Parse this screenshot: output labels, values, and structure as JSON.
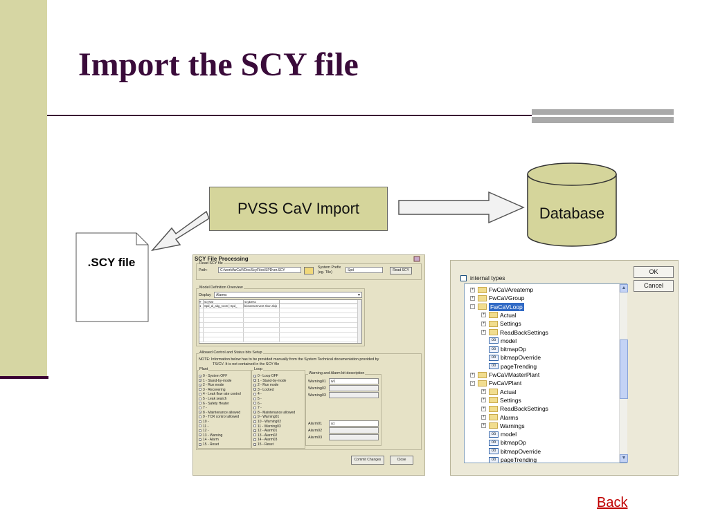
{
  "slide": {
    "title": "Import the SCY file",
    "back_link": "Back"
  },
  "diagram": {
    "import_box_label": "PVSS CaV Import",
    "database_label": "Database",
    "file_label": ".SCY file"
  },
  "scy_dialog": {
    "title": "SCY File Processing",
    "read_group_label": "Read SCY file",
    "path_label": "Path:",
    "path_value": "C:/work/fwCaV/Doc/ScyFiles/SPDver.SCY",
    "system_prefix_label": "System Prefix",
    "system_prefix_hint": "(eg. Tile)",
    "system_prefix_value": "Spd",
    "read_scy_button": "Read SCY",
    "model_group_label": "Model Definition Overview",
    "display_label": "Display",
    "display_value": "Alarms",
    "table_headers": [
      "#",
      "scyVar",
      "scyDesc"
    ],
    "table_rows": [
      [
        "1",
        "Spd_al_abg_room | Spd_",
        "biosensorevent shun.skip"
      ]
    ],
    "allowed_group_label": "Allowed Control and Status bits Setup",
    "note_line1": "NOTE: Information below has to be provided manually from the System Technical documentation provided by",
    "note_line2": "TS/CV. It is not contained in the SCY file",
    "plant_label": "Plant",
    "loop_label": "Loop",
    "plant_items": [
      "0 - System OFF",
      "1 - Stand-by-mode",
      "2 - Run mode",
      "3 - Recovering",
      "4 - Leak flow rate control",
      "5 - Leak search",
      "6 - Safety Heater",
      "7 -",
      "8 - Maintenance allowed",
      "9 - TCR control allowed",
      "10 -",
      "11 -",
      "12 -",
      "13 - Warning",
      "14 - Alarm",
      "15 - Reset"
    ],
    "plant_checked": [
      true,
      true,
      true,
      false,
      false,
      false,
      false,
      false,
      true,
      false,
      false,
      false,
      false,
      true,
      true,
      true
    ],
    "loop_items": [
      "0 - Loop OFF",
      "1 - Stand-by-mode",
      "2 - Run mode",
      "3 - Locked",
      "4 -",
      "5 -",
      "6 -",
      "7 -",
      "8 - Maintenance allowed",
      "9 - Warning01",
      "10 - Warning02",
      "11 - Warning03",
      "12 - Alarm01",
      "13 - Alarm02",
      "14 - Alarm03",
      "15 - Reset"
    ],
    "loop_checked": [
      true,
      true,
      true,
      true,
      false,
      false,
      false,
      false,
      true,
      true,
      false,
      false,
      true,
      false,
      false,
      true
    ],
    "wa_group_label": "Warning and Alarm bit description",
    "warning01_label": "Warning01",
    "warning01_value": "w1",
    "warning02_label": "Warning02",
    "warning03_label": "Warning03",
    "alarm01_label": "Alarm01",
    "alarm01_value": "a1",
    "alarm02_label": "Alarm02",
    "alarm03_label": "Alarm03",
    "commit_button": "Commit Changes",
    "close_button": "Close"
  },
  "type_dialog": {
    "internal_types_label": "internal types",
    "ok_button": "OK",
    "cancel_button": "Cancel",
    "tree": [
      {
        "label": "FwCaVAreatemp",
        "kind": "folder",
        "depth": 0,
        "exp": "+"
      },
      {
        "label": "FwCaVGroup",
        "kind": "folder",
        "depth": 0,
        "exp": "+"
      },
      {
        "label": "FwCaVLoop",
        "kind": "folder",
        "depth": 0,
        "exp": "-",
        "selected": true
      },
      {
        "label": "Actual",
        "kind": "folder",
        "depth": 1,
        "exp": "+"
      },
      {
        "label": "Settings",
        "kind": "folder",
        "depth": 1,
        "exp": "+"
      },
      {
        "label": "ReadBackSettings",
        "kind": "folder",
        "depth": 1,
        "exp": "+"
      },
      {
        "label": "model",
        "kind": "ob",
        "depth": 1,
        "exp": ""
      },
      {
        "label": "bitmapOp",
        "kind": "ob",
        "depth": 1,
        "exp": ""
      },
      {
        "label": "bitmapOverride",
        "kind": "ob",
        "depth": 1,
        "exp": ""
      },
      {
        "label": "pageTrending",
        "kind": "ob",
        "depth": 1,
        "exp": ""
      },
      {
        "label": "FwCaVMasterPlant",
        "kind": "folder",
        "depth": 0,
        "exp": "+"
      },
      {
        "label": "FwCaVPlant",
        "kind": "folder",
        "depth": 0,
        "exp": "-"
      },
      {
        "label": "Actual",
        "kind": "folder",
        "depth": 1,
        "exp": "+"
      },
      {
        "label": "Settings",
        "kind": "folder",
        "depth": 1,
        "exp": "+"
      },
      {
        "label": "ReadBackSettings",
        "kind": "folder",
        "depth": 1,
        "exp": "+"
      },
      {
        "label": "Alarms",
        "kind": "folder",
        "depth": 1,
        "exp": "+"
      },
      {
        "label": "Warnings",
        "kind": "folder",
        "depth": 1,
        "exp": "+"
      },
      {
        "label": "model",
        "kind": "ob",
        "depth": 1,
        "exp": ""
      },
      {
        "label": "bitmapOp",
        "kind": "ob",
        "depth": 1,
        "exp": ""
      },
      {
        "label": "bitmapOverride",
        "kind": "ob",
        "depth": 1,
        "exp": ""
      },
      {
        "label": "pageTrending",
        "kind": "ob",
        "depth": 1,
        "exp": ""
      }
    ],
    "ob_icon_text": "ob"
  },
  "colors": {
    "accent": "#d6d6a3",
    "title": "#3a0b3a",
    "link": "#c00000",
    "selection": "#316ac5"
  }
}
